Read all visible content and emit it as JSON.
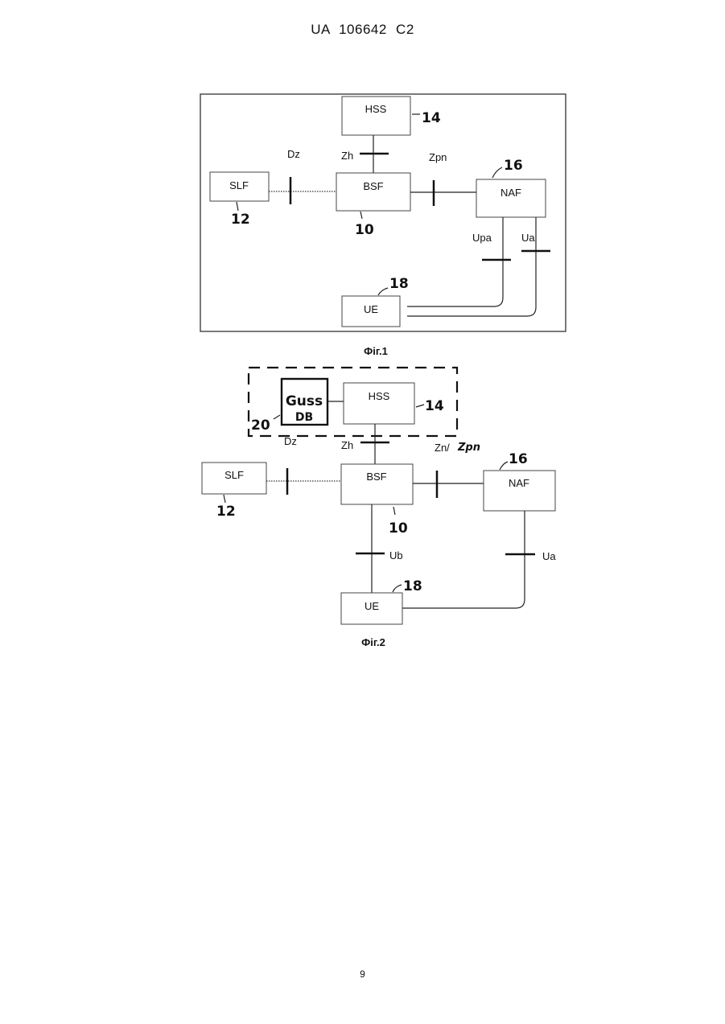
{
  "header": {
    "text": "UA   106642   C2"
  },
  "page_number": "9",
  "fig1": {
    "caption": "Фіг.1",
    "nodes": {
      "hss": "HSS",
      "slf": "SLF",
      "bsf": "BSF",
      "naf": "NAF",
      "ue": "UE"
    },
    "refs": {
      "hss": "14",
      "slf": "12",
      "bsf": "10",
      "naf": "16",
      "ue": "18"
    },
    "interfaces": {
      "dz": "Dz",
      "zh": "Zh",
      "zpn": "Zpn",
      "upa": "Upa",
      "ua": "Ua"
    }
  },
  "fig2": {
    "caption": "Фіг.2",
    "nodes": {
      "guss_line1": "Guss",
      "guss_line2": "DB",
      "hss": "HSS",
      "slf": "SLF",
      "bsf": "BSF",
      "naf": "NAF",
      "ue": "UE"
    },
    "refs": {
      "guss": "20",
      "hss": "14",
      "slf": "12",
      "bsf": "10",
      "naf": "16",
      "ue": "18"
    },
    "interfaces": {
      "dz": "Dz",
      "zh": "Zh",
      "zn": "Zn/",
      "zpn_hand": "Zpn",
      "ub": "Ub",
      "ua": "Ua"
    }
  }
}
